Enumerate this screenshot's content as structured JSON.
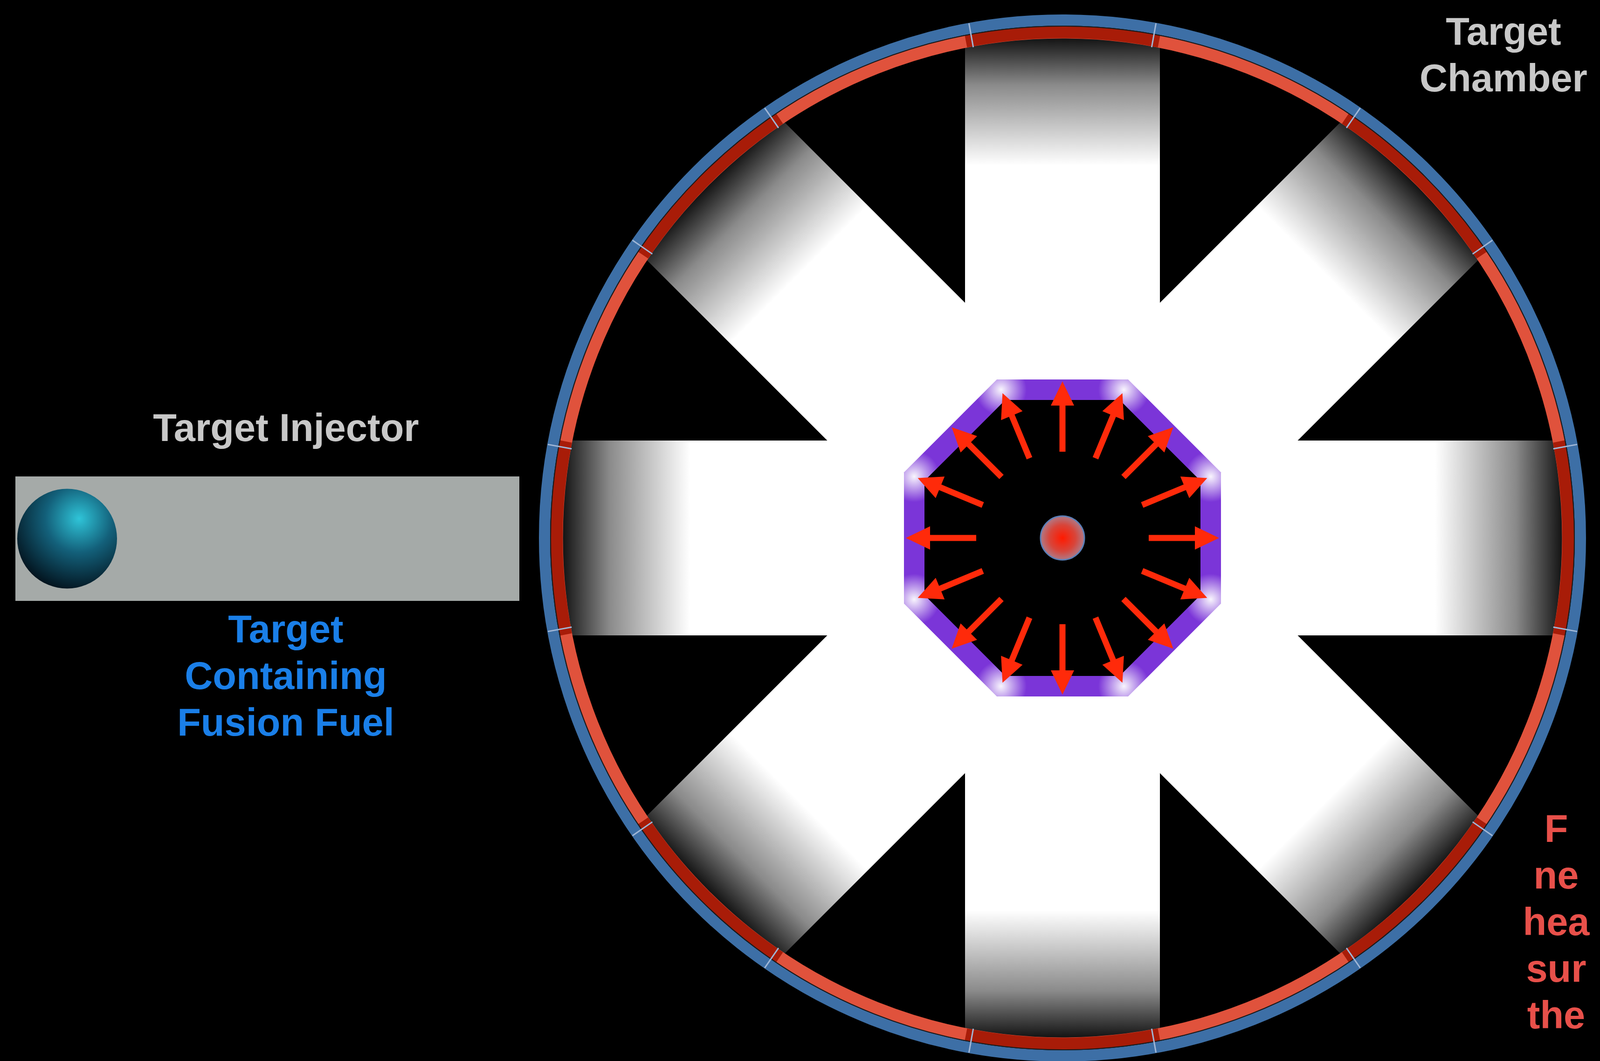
{
  "diagram": {
    "nodes": [
      {
        "text": [
          "Target Injector"
        ]
      }
    ],
    "labels": [
      "Target Containing Fusion Fuel",
      "Target Chamber",
      "F ne hea sur the"
    ]
  }
}
